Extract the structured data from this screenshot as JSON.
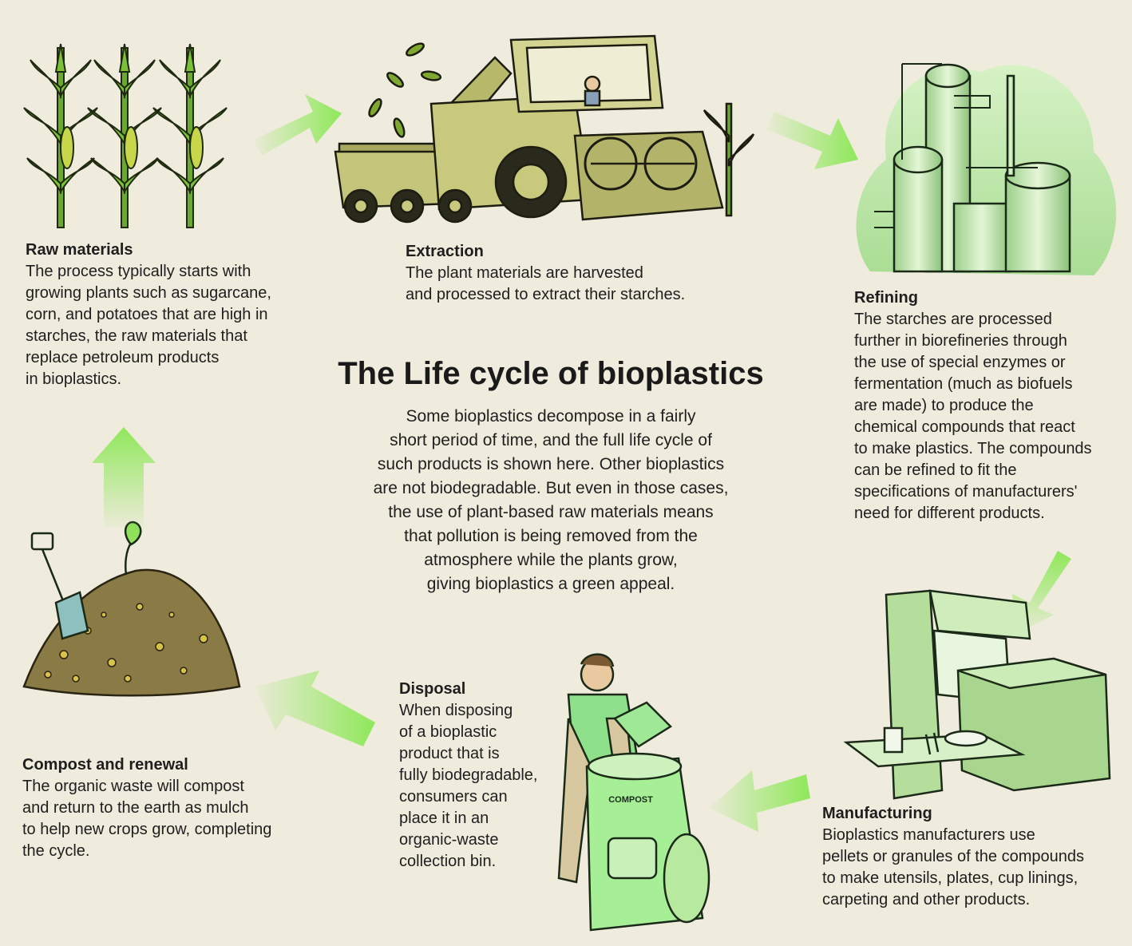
{
  "title": "The Life cycle of bioplastics",
  "intro": "Some bioplastics decompose in a fairly\nshort period of time, and the full life cycle of\nsuch products is shown here. Other bioplastics\nare not biodegradable. But even in those cases,\nthe use of plant-based raw materials means\nthat pollution is being removed from the\natmosphere while the plants grow,\ngiving bioplastics a green appeal.",
  "stages": {
    "raw_materials": {
      "heading": "Raw materials",
      "body": "The process typically starts with\ngrowing plants such as sugarcane,\ncorn, and potatoes that are high in\nstarches, the raw materials that\nreplace petroleum products\nin bioplastics."
    },
    "extraction": {
      "heading": "Extraction",
      "body": "The plant materials are harvested\nand processed to extract their starches."
    },
    "refining": {
      "heading": "Refining",
      "body": "The starches are processed\nfurther in biorefineries through\nthe use of special enzymes or\nfermentation (much as biofuels\nare made) to produce the\nchemical compounds that react\nto make plastics. The compounds\ncan be refined to fit the\nspecifications of manufacturers'\nneed for different products."
    },
    "manufacturing": {
      "heading": "Manufacturing",
      "body": "Bioplastics manufacturers use\npellets or granules of the compounds\nto make utensils, plates, cup linings,\ncarpeting and other products."
    },
    "disposal": {
      "heading": "Disposal",
      "body": "When disposing\nof a bioplastic\nproduct that is\nfully biodegradable,\nconsumers can\nplace it in an\norganic-waste\ncollection bin."
    },
    "compost": {
      "heading": "Compost and renewal",
      "body": "The organic waste will compost\nand return to the earth as mulch\nto help new crops grow, completing\nthe cycle."
    }
  },
  "bin_label": "COMPOST",
  "colors": {
    "background": "#efebdd",
    "arrow": "#8fe85a",
    "plant": "#7bbf3a",
    "machine": "#b8b86a",
    "refinery": "#bfe8b0",
    "soil": "#8a7a45"
  },
  "icons": [
    "corn-plant-icon",
    "harvester-icon",
    "refinery-icon",
    "factory-machine-icon",
    "person-with-bin-icon",
    "compost-pile-icon",
    "shovel-icon",
    "sprout-icon",
    "arrow-icon"
  ]
}
